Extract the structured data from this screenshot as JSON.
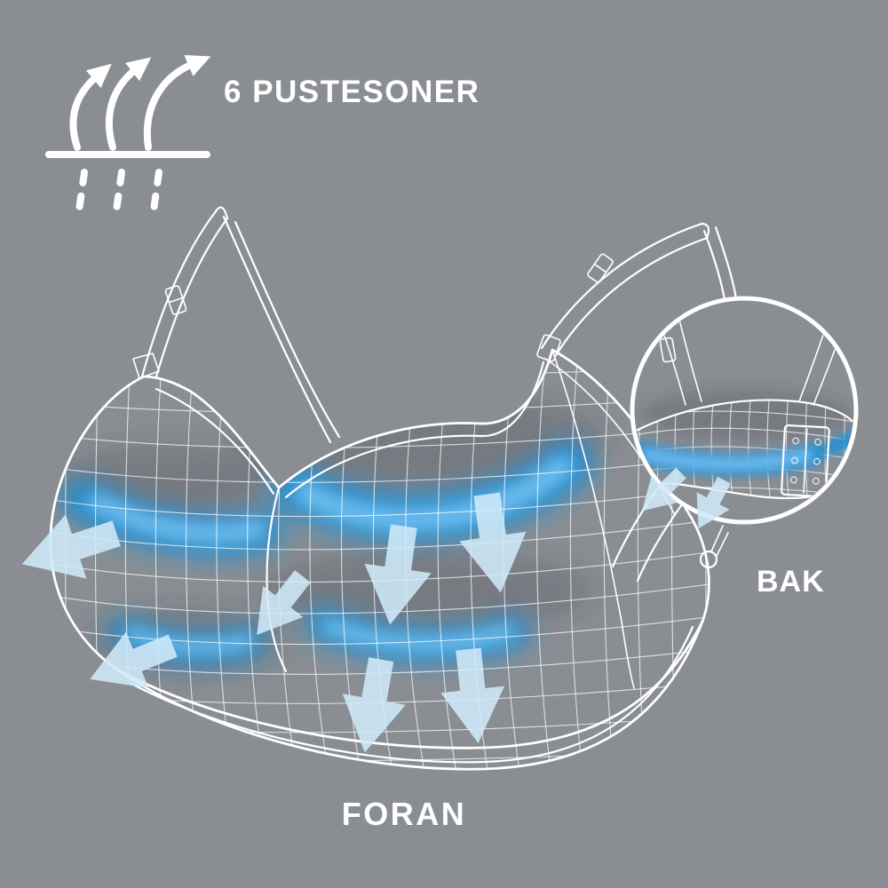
{
  "labels": {
    "feature": "6 PUSTESONER",
    "front": "FORAN",
    "back": "BAK"
  },
  "icons": [
    {
      "name": "breathability-icon",
      "meaning": "three curved arrows rising from a surface with evaporating moisture dashes"
    }
  ],
  "illustration": {
    "subject": "wireframe mesh bra shown from the front with highlighted breathing zones",
    "inset": "magnified circle showing back view with hook-and-eye clasp and breathing zone",
    "zones_count": "6"
  },
  "colors": {
    "background": "#8a8e93",
    "wireframe": "#ffffff",
    "zone_blue": "#1e90d8",
    "zone_blue_light": "#7ac4f2",
    "arrow_fill": "#cfe9f8",
    "text": "#ffffff"
  }
}
